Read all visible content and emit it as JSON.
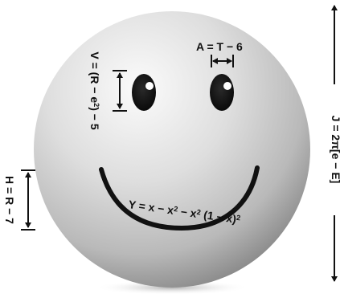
{
  "labels": {
    "a": {
      "pre": "A = T − 6"
    },
    "v": {
      "pre": "V = (R − e",
      "sup": "2",
      "post": ") − 5"
    },
    "y": {
      "pre": "Y = x − x",
      "sup1": "2",
      "mid": " − x",
      "sup2": "2",
      "mid2": " (1 − x)",
      "sup3": "2"
    },
    "h": {
      "pre": "H = R − 7"
    },
    "j": {
      "pre": "J = 2π[e − E]"
    }
  },
  "colors": {
    "ball_light": "#f7f7f7",
    "ball_mid": "#cfcfcf",
    "ball_dark": "#8a8a8a",
    "feature": "#111111",
    "shadow": "#bdbdbd"
  }
}
